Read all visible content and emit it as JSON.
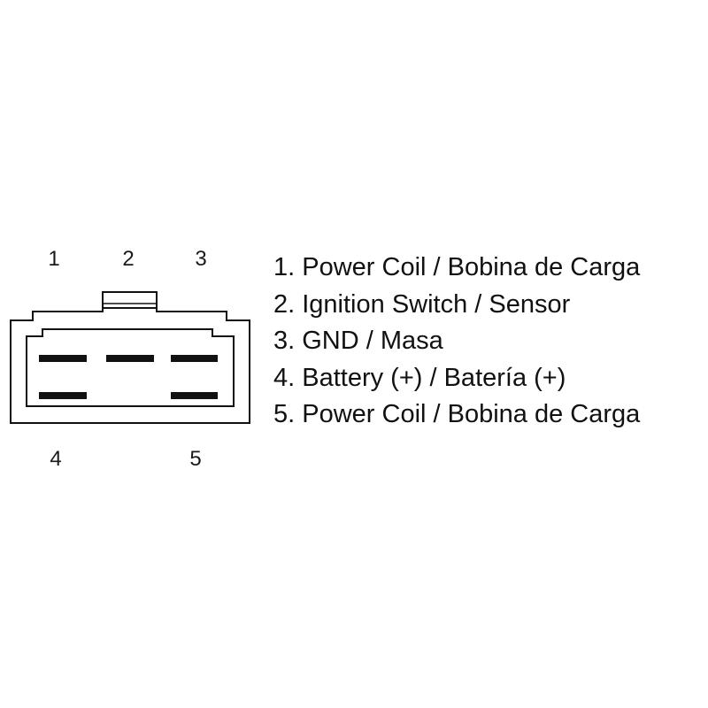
{
  "pin_numbers": {
    "top": [
      "1",
      "2",
      "3"
    ],
    "bottom": [
      "4",
      "5"
    ]
  },
  "legend": [
    "1. Power Coil / Bobina de Carga",
    "2. Ignition Switch / Sensor",
    "3. GND / Masa",
    "4. Battery (+) / Batería (+)",
    "5. Power Coil / Bobina de Carga"
  ],
  "colors": {
    "ink": "#111111",
    "background": "#ffffff"
  }
}
